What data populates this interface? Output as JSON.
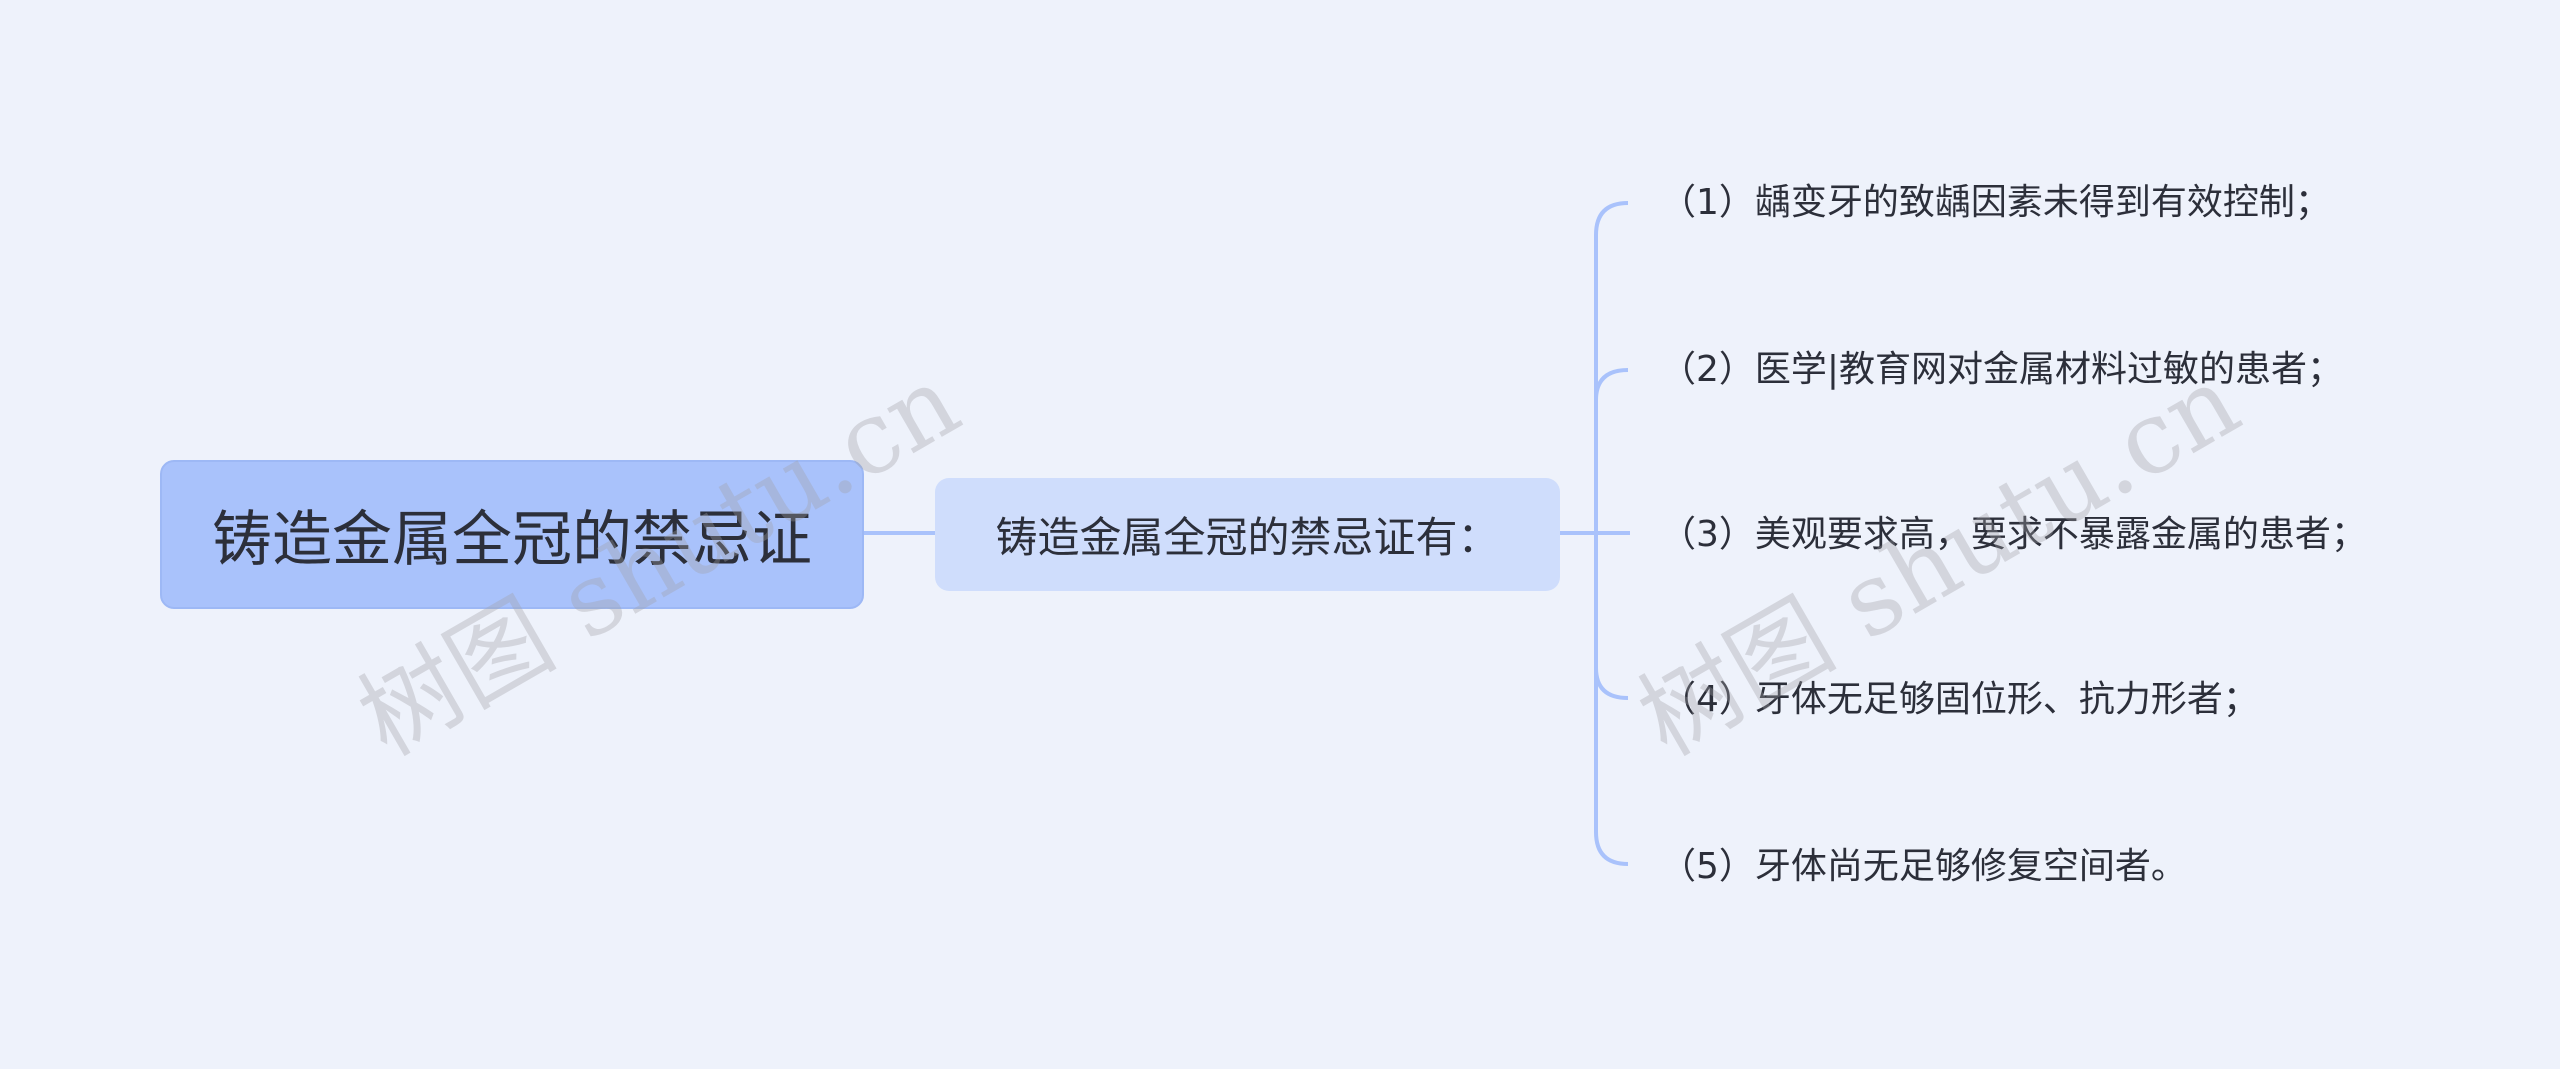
{
  "root": {
    "label": "铸造金属全冠的禁忌证"
  },
  "branch": {
    "label": "铸造金属全冠的禁忌证有："
  },
  "leaves": [
    "（1）龋变牙的致龋因素未得到有效控制；",
    "（2）医学|教育网对金属材料过敏的患者；",
    "（3）美观要求高，要求不暴露金属的患者；",
    "（4）牙体无足够固位形、抗力形者；",
    "（5）牙体尚无足够修复空间者。"
  ],
  "watermark": "树图 shutu.cn",
  "colors": {
    "background": "#eef2fb",
    "root_fill": "#a9c2fb",
    "branch_fill": "#cfddfc",
    "connector": "#a9c2fb"
  }
}
